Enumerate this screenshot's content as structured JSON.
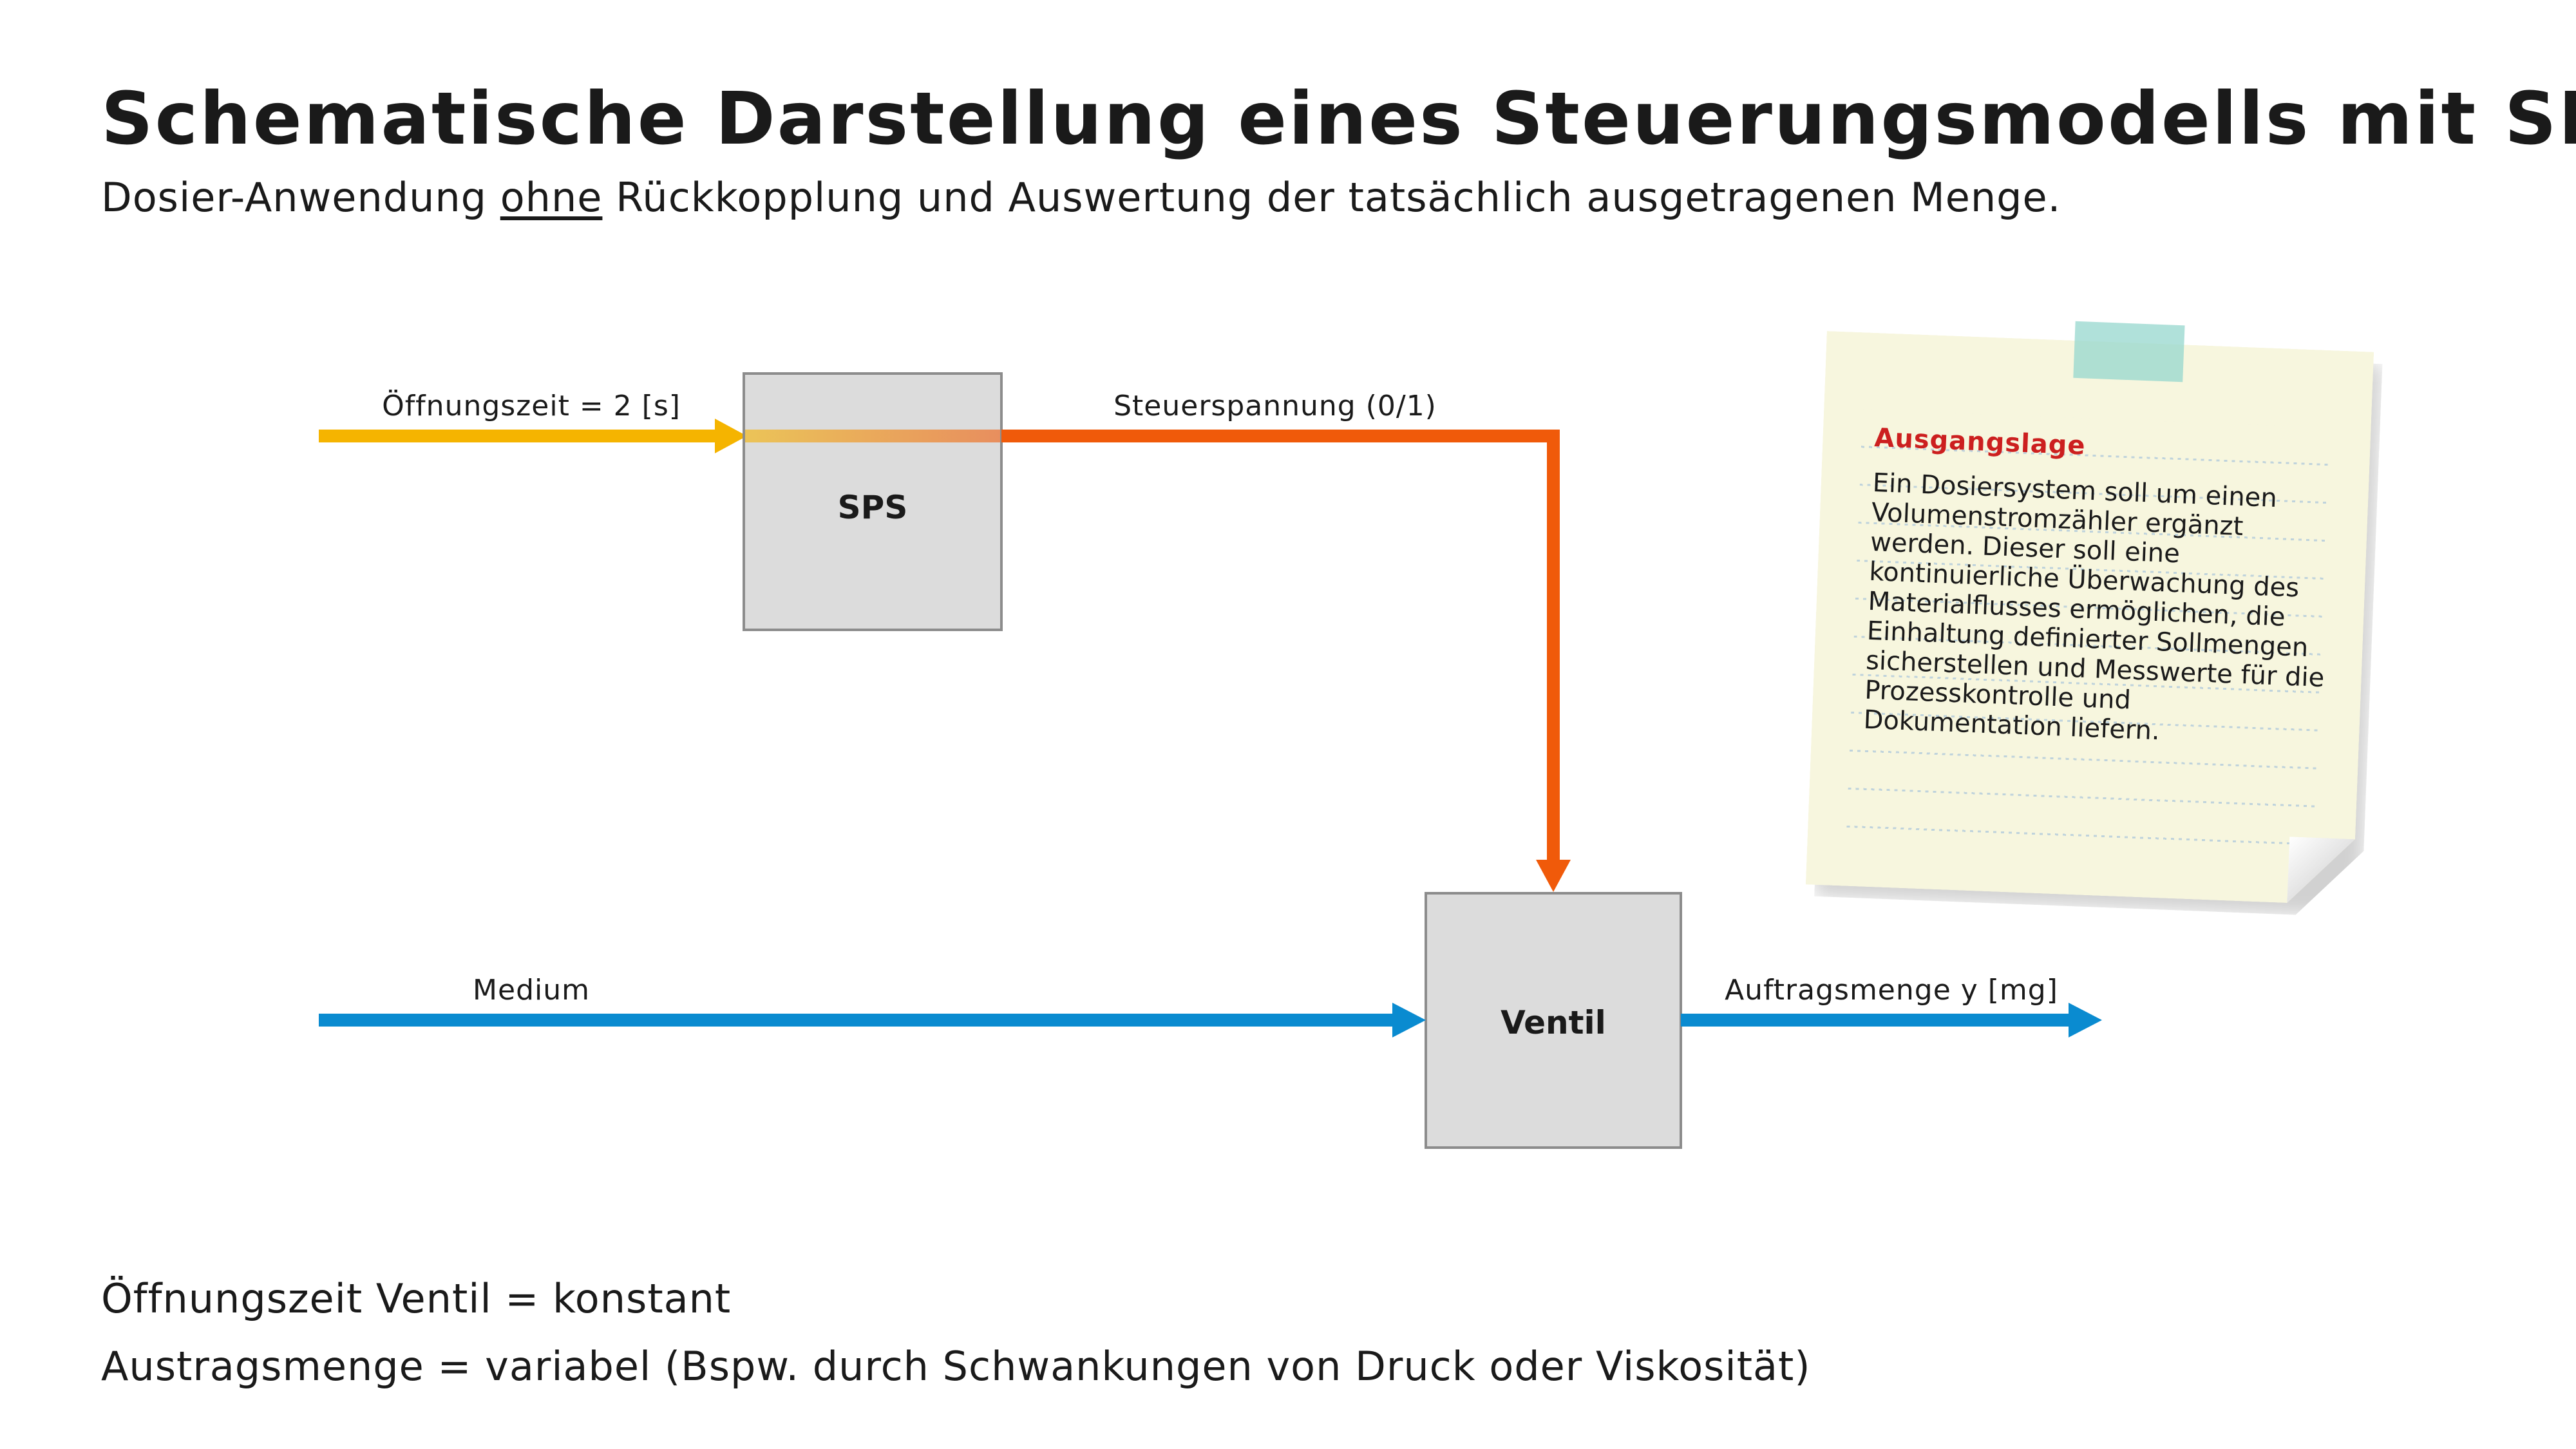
{
  "title": "Schematische Darstellung eines Steuerungsmodells mit SPS",
  "subtitle": {
    "before": "Dosier-Anwendung ",
    "underlined": "ohne",
    "after": " Rückkopplung und Auswertung der tatsächlich ausgetragenen Menge."
  },
  "diagram": {
    "blocks": {
      "sps": "SPS",
      "ventil": "Ventil"
    },
    "signals": {
      "input": "Öffnungszeit = 2 [s]",
      "control": "Steuerspannung (0/1)",
      "medium": "Medium",
      "output": "Auftragsmenge y [mg]"
    },
    "colors": {
      "input": "#f5b400",
      "control": "#f05a0a",
      "medium": "#0a8bd0",
      "block_fill": "#dcdcdc",
      "block_stroke": "#8c8c8c"
    }
  },
  "note": {
    "heading": "Ausgangslage",
    "text": "Ein Dosiersystem soll um einen Volumenstromzähler ergänzt werden. Dieser soll eine kontinuierliche Überwachung des Materialflusses ermöglichen, die Einhaltung definierter Sollmengen sicherstellen und Messwerte für die Prozesskontrolle und Dokumentation liefern.",
    "heading_color": "#cc1f1f",
    "paper_color": "#f7f6de",
    "tape_color": "#96d7cd"
  },
  "footer": {
    "line1": "Öffnungszeit Ventil = konstant",
    "line2": "Austragsmenge = variabel (Bspw. durch Schwankungen von Druck oder Viskosität)"
  }
}
